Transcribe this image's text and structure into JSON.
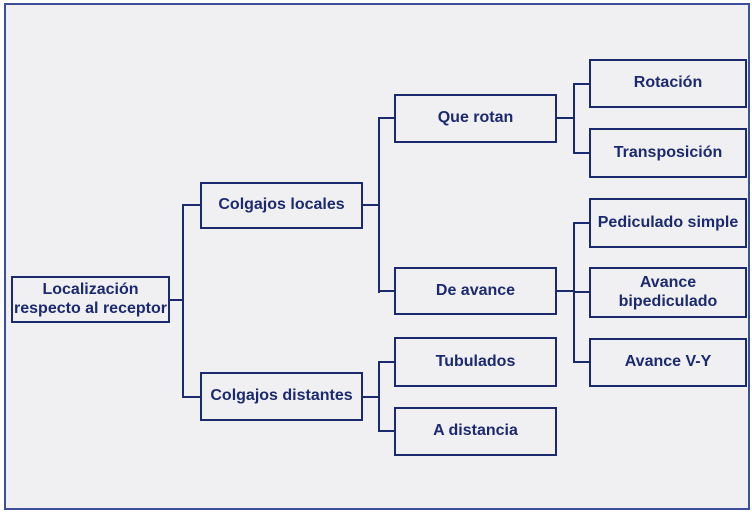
{
  "colors": {
    "ink": "#1b2a6e",
    "bg": "#f0f0f2",
    "frame": "#3d4f9b",
    "page": "#ffffff"
  },
  "tree": {
    "label": "Localización respecto al receptor",
    "children": [
      {
        "label": "Colgajos locales",
        "children": [
          {
            "label": "Que rotan",
            "children": [
              {
                "label": "Rotación"
              },
              {
                "label": "Transposición"
              }
            ]
          },
          {
            "label": "De avance",
            "children": [
              {
                "label": "Pediculado simple"
              },
              {
                "label": "Avance bipediculado"
              },
              {
                "label": "Avance V-Y"
              }
            ]
          }
        ]
      },
      {
        "label": "Colgajos distantes",
        "children": [
          {
            "label": "Tubulados"
          },
          {
            "label": "A distancia"
          }
        ]
      }
    ]
  }
}
